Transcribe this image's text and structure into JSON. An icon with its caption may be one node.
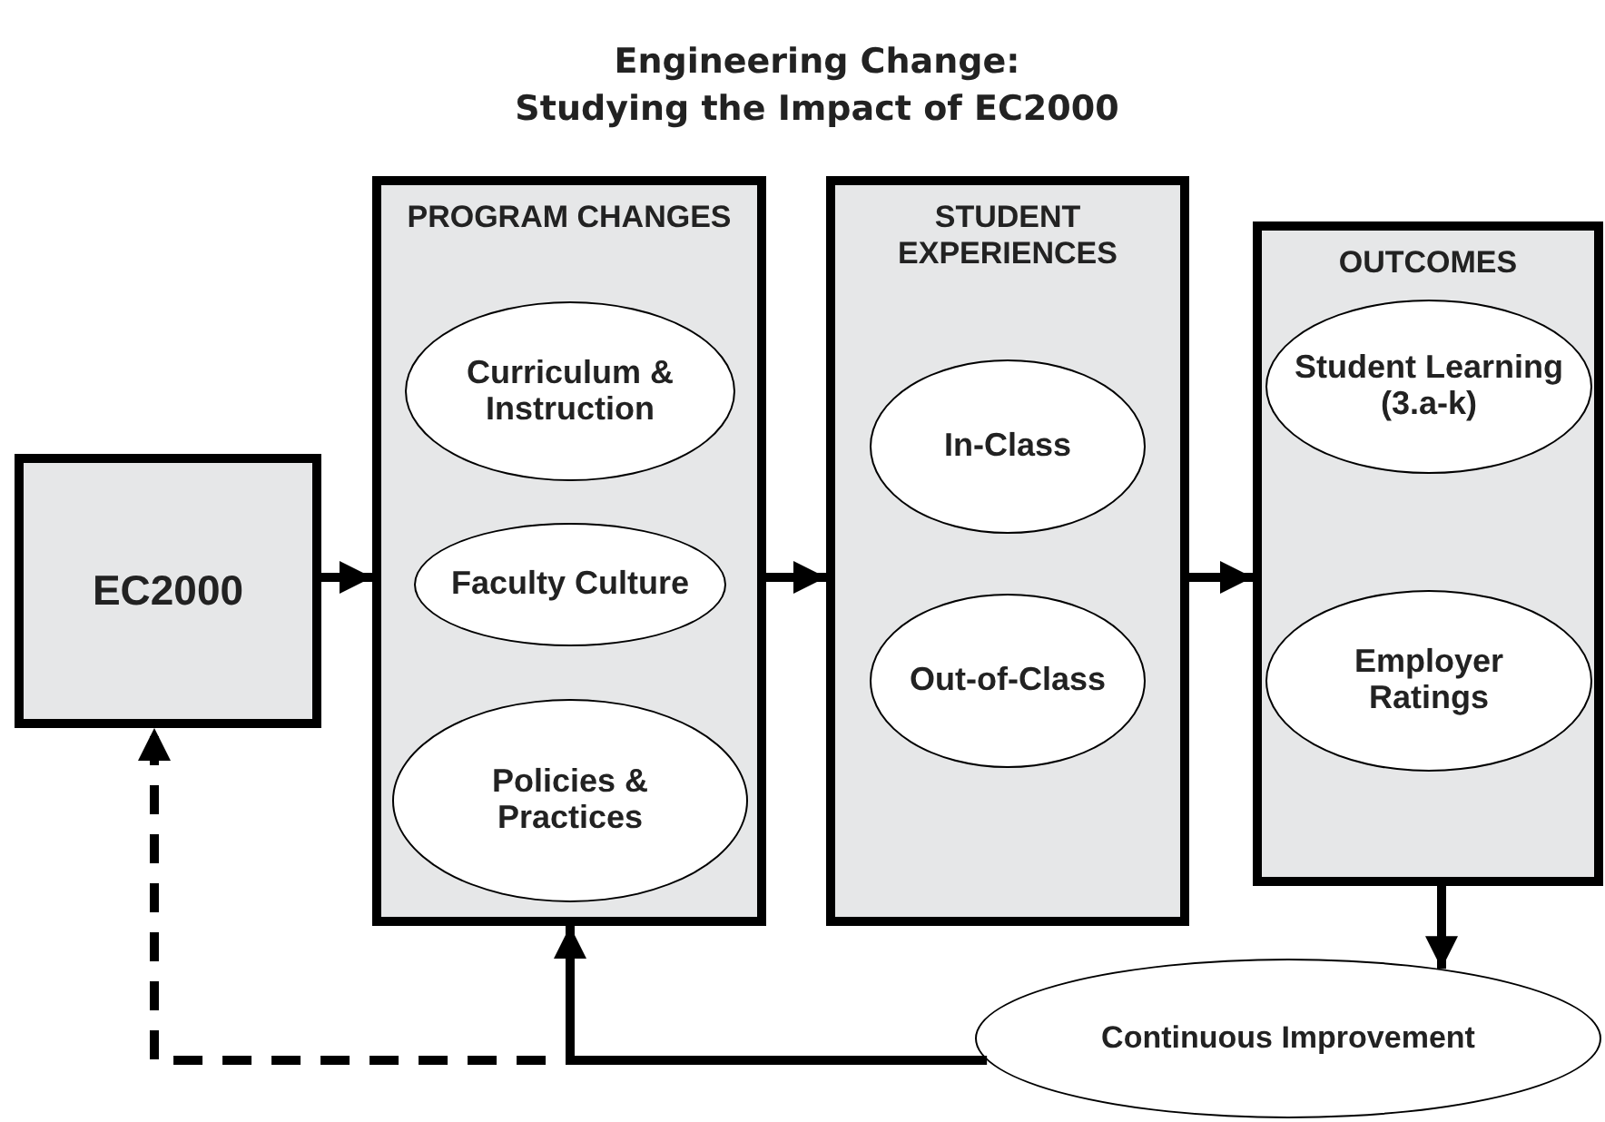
{
  "diagram": {
    "title": "Engineering Change: Studying the Impact of EC2000",
    "nodes": [
      {
        "text": [
          "EC2000"
        ]
      },
      {
        "text": [
          "PROGRAM CHANGES"
        ]
      },
      {
        "text": [
          "Curriculum & Instruction"
        ],
        "in": 1
      },
      {
        "text": [
          "Faculty Culture"
        ],
        "in": 1
      },
      {
        "text": [
          "Policies & Practices"
        ],
        "in": 1
      },
      {
        "text": [
          "STUDENT EXPERIENCES"
        ]
      },
      {
        "text": [
          "In-Class"
        ],
        "in": 5
      },
      {
        "text": [
          "Out-of-Class"
        ],
        "in": 5
      },
      {
        "text": [
          "OUTCOMES"
        ]
      },
      {
        "text": [
          "Student Learning (3.a-k)"
        ],
        "in": 8
      },
      {
        "text": [
          "Employer Ratings"
        ],
        "in": 8
      },
      {
        "text": [
          "Continuous Improvement"
        ]
      }
    ],
    "edges": [
      {
        "from": 0,
        "to": 1,
        "arrow": "to"
      },
      {
        "from": 1,
        "to": 5,
        "arrow": "to"
      },
      {
        "from": 5,
        "to": 8,
        "arrow": "to"
      },
      {
        "from": 8,
        "to": 11,
        "arrow": "to"
      },
      {
        "from": 11,
        "to": 1,
        "arrow": "to"
      },
      {
        "from": 11,
        "to": 0,
        "arrow": "to",
        "style": "dashed"
      }
    ]
  }
}
